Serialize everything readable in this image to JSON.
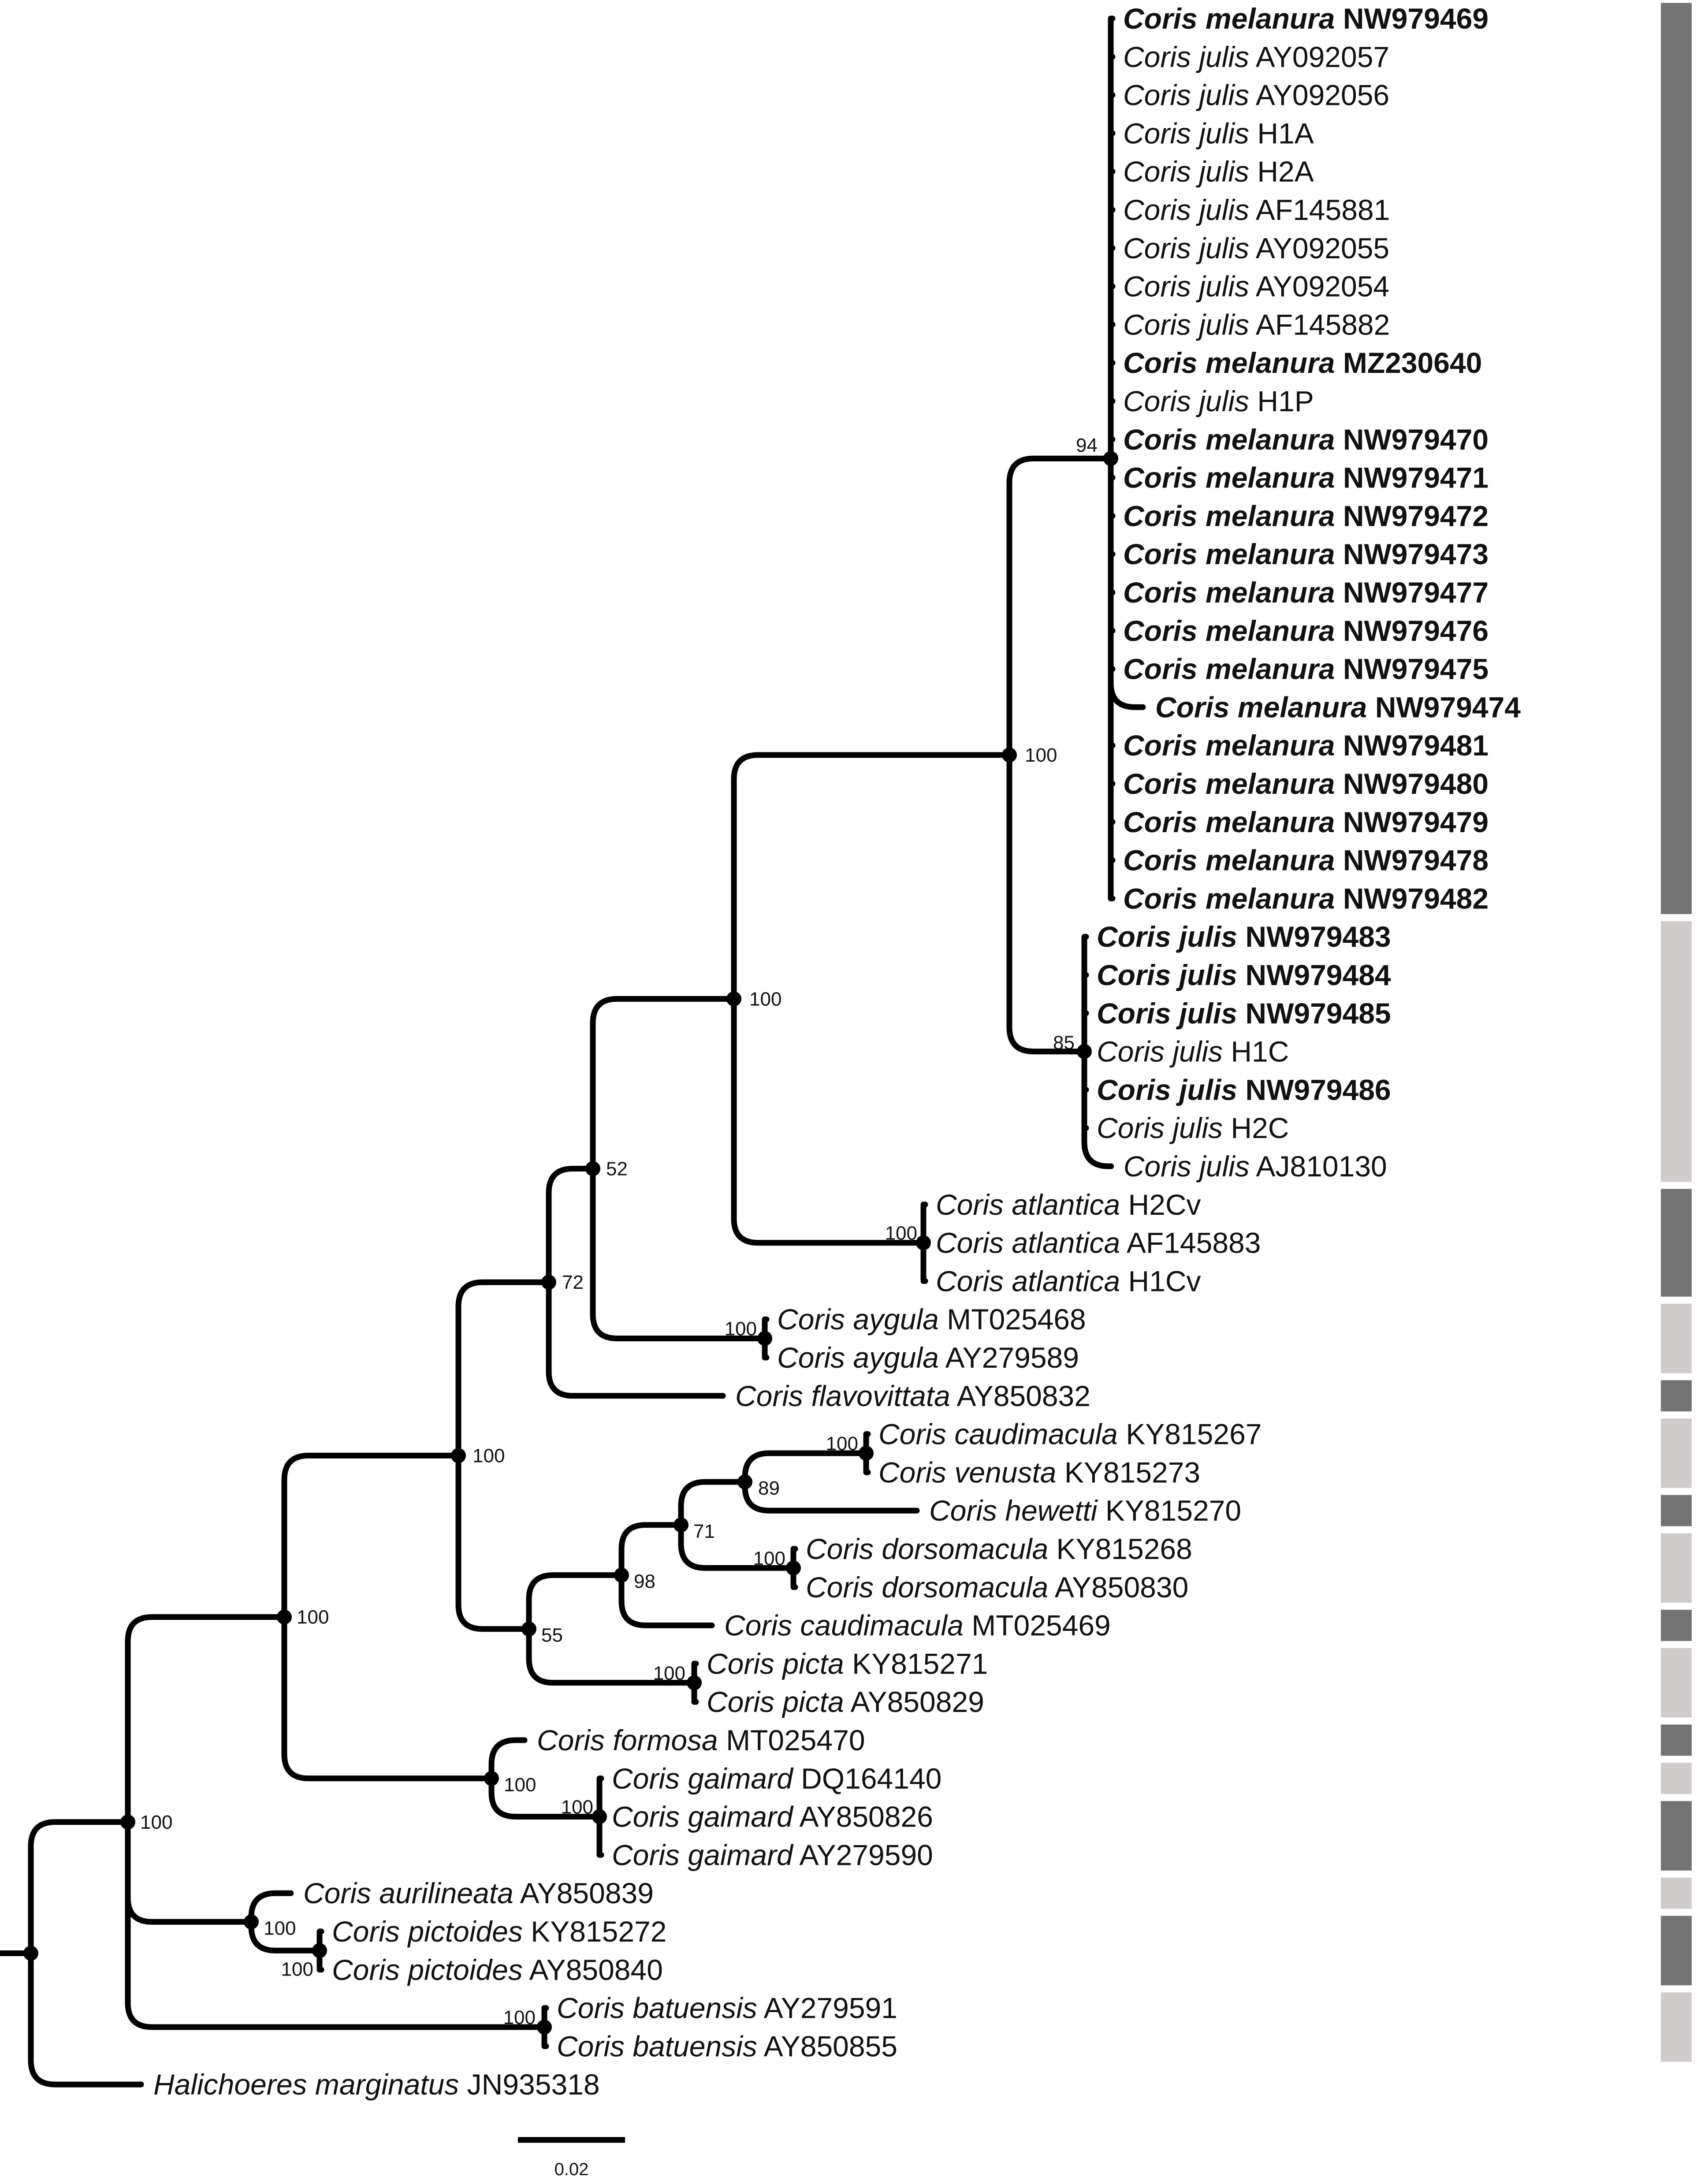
{
  "tree": {
    "t": "root",
    "ch": [
      {
        "t": "n0",
        "b": "100",
        "ch": [
          {
            "t": "n1",
            "b": "100",
            "ch": [
              {
                "t": "n2",
                "b": "100",
                "ch": [
                  {
                    "t": "n3",
                    "b": "72",
                    "ch": [
                      {
                        "t": "n4",
                        "b": "52",
                        "ch": [
                          {
                            "t": "n5",
                            "b": "100",
                            "ch": [
                              {
                                "t": "n6",
                                "b": "100",
                                "ch": [
                                  {
                                    "t": "n7",
                                    "b": "94",
                                    "ch": [
                                      {
                                        "t": "leaf",
                                        "sp": "Coris melanura",
                                        "acc": "NW979469",
                                        "hl": true
                                      },
                                      {
                                        "t": "leaf",
                                        "sp": "Coris julis",
                                        "acc": "AY092057"
                                      },
                                      {
                                        "t": "leaf",
                                        "sp": "Coris julis",
                                        "acc": "AY092056"
                                      },
                                      {
                                        "t": "leaf",
                                        "sp": "Coris julis",
                                        "acc": "H1A"
                                      },
                                      {
                                        "t": "leaf",
                                        "sp": "Coris julis",
                                        "acc": "H2A"
                                      },
                                      {
                                        "t": "leaf",
                                        "sp": "Coris julis",
                                        "acc": "AF145881"
                                      },
                                      {
                                        "t": "leaf",
                                        "sp": "Coris julis",
                                        "acc": "AY092055"
                                      },
                                      {
                                        "t": "leaf",
                                        "sp": "Coris julis",
                                        "acc": "AY092054"
                                      },
                                      {
                                        "t": "leaf",
                                        "sp": "Coris julis",
                                        "acc": "AF145882"
                                      },
                                      {
                                        "t": "leaf",
                                        "sp": "Coris melanura",
                                        "acc": "MZ230640",
                                        "hl": true
                                      },
                                      {
                                        "t": "leaf",
                                        "sp": "Coris julis",
                                        "acc": "H1P"
                                      },
                                      {
                                        "t": "leaf",
                                        "sp": "Coris melanura",
                                        "acc": "NW979470",
                                        "hl": true
                                      },
                                      {
                                        "t": "leaf",
                                        "sp": "Coris melanura",
                                        "acc": "NW979471",
                                        "hl": true
                                      },
                                      {
                                        "t": "leaf",
                                        "sp": "Coris melanura",
                                        "acc": "NW979472",
                                        "hl": true
                                      },
                                      {
                                        "t": "leaf",
                                        "sp": "Coris melanura",
                                        "acc": "NW979473",
                                        "hl": true
                                      },
                                      {
                                        "t": "leaf",
                                        "sp": "Coris melanura",
                                        "acc": "NW979477",
                                        "hl": true
                                      },
                                      {
                                        "t": "leaf",
                                        "sp": "Coris melanura",
                                        "acc": "NW979476",
                                        "hl": true
                                      },
                                      {
                                        "t": "leaf",
                                        "sp": "Coris melanura",
                                        "acc": "NW979475",
                                        "hl": true
                                      },
                                      {
                                        "t": "leaf",
                                        "sp": "Coris melanura",
                                        "acc": "NW979474",
                                        "hl": true,
                                        "d": 0.006
                                      },
                                      {
                                        "t": "leaf",
                                        "sp": "Coris melanura",
                                        "acc": "NW979481",
                                        "hl": true
                                      },
                                      {
                                        "t": "leaf",
                                        "sp": "Coris melanura",
                                        "acc": "NW979480",
                                        "hl": true
                                      },
                                      {
                                        "t": "leaf",
                                        "sp": "Coris melanura",
                                        "acc": "NW979479",
                                        "hl": true
                                      },
                                      {
                                        "t": "leaf",
                                        "sp": "Coris melanura",
                                        "acc": "NW979478",
                                        "hl": true
                                      },
                                      {
                                        "t": "leaf",
                                        "sp": "Coris melanura",
                                        "acc": "NW979482",
                                        "hl": true
                                      }
                                    ]
                                  },
                                  {
                                    "t": "n8",
                                    "b": "85",
                                    "ch": [
                                      {
                                        "t": "leaf",
                                        "sp": "Coris julis",
                                        "acc": "NW979483",
                                        "hl": true
                                      },
                                      {
                                        "t": "leaf",
                                        "sp": "Coris julis",
                                        "acc": "NW979484",
                                        "hl": true
                                      },
                                      {
                                        "t": "leaf",
                                        "sp": "Coris julis",
                                        "acc": "NW979485",
                                        "hl": true
                                      },
                                      {
                                        "t": "leaf",
                                        "sp": "Coris julis",
                                        "acc": "H1C"
                                      },
                                      {
                                        "t": "leaf",
                                        "sp": "Coris julis",
                                        "acc": "NW979486",
                                        "hl": true
                                      },
                                      {
                                        "t": "leaf",
                                        "sp": "Coris julis",
                                        "acc": "H2C"
                                      },
                                      {
                                        "t": "leaf",
                                        "sp": "Coris julis",
                                        "acc": "AJ810130",
                                        "d": 0.005
                                      }
                                    ]
                                  }
                                ]
                              },
                              {
                                "t": "n9",
                                "b": "100",
                                "ch": [
                                  {
                                    "t": "leaf",
                                    "sp": "Coris atlantica",
                                    "acc": "H2Cv"
                                  },
                                  {
                                    "t": "leaf",
                                    "sp": "Coris atlantica",
                                    "acc": "AF145883"
                                  },
                                  {
                                    "t": "leaf",
                                    "sp": "Coris atlantica",
                                    "acc": "H1Cv"
                                  }
                                ]
                              }
                            ]
                          },
                          {
                            "t": "n10",
                            "b": "100",
                            "ch": [
                              {
                                "t": "leaf",
                                "sp": "Coris aygula",
                                "acc": "MT025468"
                              },
                              {
                                "t": "leaf",
                                "sp": "Coris aygula",
                                "acc": "AY279589"
                              }
                            ]
                          }
                        ]
                      },
                      {
                        "t": "leaf",
                        "sp": "Coris flavovittata",
                        "acc": "AY850832"
                      }
                    ]
                  },
                  {
                    "t": "n11",
                    "b": "55",
                    "ch": [
                      {
                        "t": "n12",
                        "b": "98",
                        "ch": [
                          {
                            "t": "n13",
                            "b": "71",
                            "ch": [
                              {
                                "t": "n14",
                                "b": "89",
                                "ch": [
                                  {
                                    "t": "n15",
                                    "b": "100",
                                    "ch": [
                                      {
                                        "t": "leaf",
                                        "sp": "Coris caudimacula",
                                        "acc": "KY815267"
                                      },
                                      {
                                        "t": "leaf",
                                        "sp": "Coris venusta",
                                        "acc": "KY815273"
                                      }
                                    ]
                                  },
                                  {
                                    "t": "leaf",
                                    "sp": "Coris hewetti",
                                    "acc": "KY815270"
                                  }
                                ]
                              },
                              {
                                "t": "n16",
                                "b": "100",
                                "ch": [
                                  {
                                    "t": "leaf",
                                    "sp": "Coris dorsomacula",
                                    "acc": "KY815268"
                                  },
                                  {
                                    "t": "leaf",
                                    "sp": "Coris dorsomacula",
                                    "acc": "AY850830"
                                  }
                                ]
                              }
                            ]
                          },
                          {
                            "t": "leaf",
                            "sp": "Coris caudimacula",
                            "acc": "MT025469"
                          }
                        ]
                      },
                      {
                        "t": "n17",
                        "b": "100",
                        "ch": [
                          {
                            "t": "leaf",
                            "sp": "Coris picta",
                            "acc": "KY815271"
                          },
                          {
                            "t": "leaf",
                            "sp": "Coris picta",
                            "acc": "AY850829"
                          }
                        ]
                      }
                    ]
                  }
                ]
              },
              {
                "t": "n18",
                "b": "100",
                "ch": [
                  {
                    "t": "leaf",
                    "sp": "Coris formosa",
                    "acc": "MT025470"
                  },
                  {
                    "t": "n19",
                    "b": "100",
                    "ch": [
                      {
                        "t": "leaf",
                        "sp": "Coris gaimard",
                        "acc": "DQ164140"
                      },
                      {
                        "t": "leaf",
                        "sp": "Coris gaimard",
                        "acc": "AY850826"
                      },
                      {
                        "t": "leaf",
                        "sp": "Coris gaimard",
                        "acc": "AY279590"
                      }
                    ]
                  }
                ]
              }
            ]
          },
          {
            "t": "n20",
            "b": "100",
            "ch": [
              {
                "t": "leaf",
                "sp": "Coris aurilineata",
                "acc": "AY850839"
              },
              {
                "t": "n21",
                "b": "100",
                "ch": [
                  {
                    "t": "leaf",
                    "sp": "Coris pictoides",
                    "acc": "KY815272"
                  },
                  {
                    "t": "leaf",
                    "sp": "Coris pictoides",
                    "acc": "AY850840"
                  }
                ]
              }
            ]
          },
          {
            "t": "n22",
            "b": "100",
            "ch": [
              {
                "t": "leaf",
                "sp": "Coris batuensis",
                "acc": "AY279591"
              },
              {
                "t": "leaf",
                "sp": "Coris batuensis",
                "acc": "AY850855"
              }
            ]
          }
        ]
      },
      {
        "t": "leaf",
        "sp": "Halichoeres marginatus",
        "acc": "JN935318"
      }
    ]
  },
  "scale_bar": {
    "length": 0.02,
    "label": "0.02"
  },
  "species_bar": {
    "colors": {
      "dark": "#737373",
      "light": "#d0cccc"
    },
    "segments": [
      {
        "from": 1,
        "to": 24,
        "shade": "dark"
      },
      {
        "from": 25,
        "to": 31,
        "shade": "light"
      },
      {
        "from": 32,
        "to": 34,
        "shade": "dark"
      },
      {
        "from": 35,
        "to": 36,
        "shade": "light"
      },
      {
        "from": 37,
        "to": 37,
        "shade": "dark"
      },
      {
        "from": 38,
        "to": 39,
        "shade": "light"
      },
      {
        "from": 40,
        "to": 40,
        "shade": "dark"
      },
      {
        "from": 41,
        "to": 42,
        "shade": "light"
      },
      {
        "from": 43,
        "to": 43,
        "shade": "dark"
      },
      {
        "from": 44,
        "to": 45,
        "shade": "light"
      },
      {
        "from": 46,
        "to": 46,
        "shade": "dark"
      },
      {
        "from": 47,
        "to": 47,
        "shade": "light"
      },
      {
        "from": 48,
        "to": 49,
        "shade": "dark"
      },
      {
        "from": 50,
        "to": 50,
        "shade": "light"
      },
      {
        "from": 51,
        "to": 52,
        "shade": "dark"
      },
      {
        "from": 53,
        "to": 54,
        "shade": "light"
      }
    ]
  },
  "colors": {
    "branch": "#000000",
    "text": "#111111"
  }
}
